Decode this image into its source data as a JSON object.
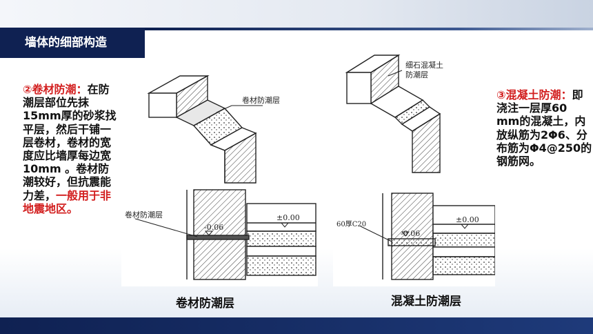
{
  "header": {
    "title": "墙体的细部构造"
  },
  "left_text": {
    "heading": "②卷材防潮：",
    "body": "在防潮层部位先抹15mm厚的砂浆找平层，然后干铺一层卷材，卷材的宽度应比墙厚每边宽10mm 。卷材防潮较好，但抗震能力差，",
    "highlight": "一般用于非地震地区。"
  },
  "right_text": {
    "heading": "③混凝土防潮：",
    "body": "即浇注一层厚60 mm的混凝土，内放纵筋为2Φ6、分布筋为Φ4@250的钢筋网。"
  },
  "figure_left": {
    "top_label": "卷材防潮层",
    "side_label": "卷材防潮层",
    "level_low": "-0.06",
    "level_high": "±0.00",
    "caption": "卷材防潮层"
  },
  "figure_right": {
    "top_label_line1": "细石混凝土",
    "top_label_line2": "防潮层",
    "side_label": "60厚C20",
    "level_low": "-0.06",
    "level_high": "±0.00",
    "caption": "混凝土防潮层"
  },
  "colors": {
    "navy": "#0f2152",
    "red": "#d21e1e"
  }
}
